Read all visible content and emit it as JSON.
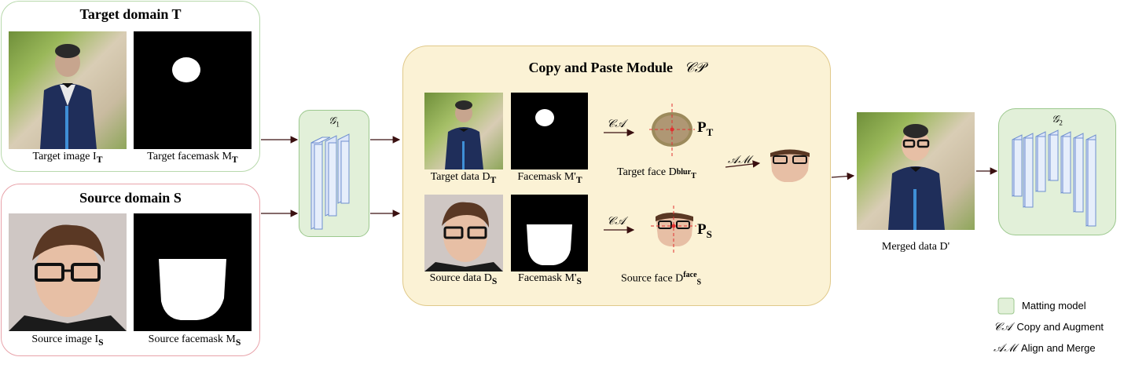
{
  "target_domain": {
    "title": "Target domain T",
    "image_caption": "Target image I",
    "image_caption_sub": "T",
    "mask_caption": "Target facemask M",
    "mask_caption_sub": "T"
  },
  "source_domain": {
    "title": "Source domain S",
    "image_caption": "Source image I",
    "image_caption_sub": "S",
    "mask_caption": "Source facemask M",
    "mask_caption_sub": "S"
  },
  "g1": {
    "label": "𝒢",
    "sub": "1"
  },
  "g2": {
    "label": "𝒢",
    "sub": "2"
  },
  "cp_module": {
    "title": "Copy and Paste Module",
    "symbol": "𝒞𝒫",
    "target_data_caption": "Target data D",
    "target_data_sub": "T",
    "target_facemask_caption": "Facemask M'",
    "target_facemask_sub": "T",
    "source_data_caption": "Source data D",
    "source_data_sub": "S",
    "source_facemask_caption": "Facemask M'",
    "source_facemask_sub": "S",
    "ca_label_top": "𝒞𝒜",
    "ca_label_bottom": "𝒞𝒜",
    "am_label": "𝒜ℳ",
    "pt_label": "P",
    "pt_sub": "T",
    "ps_label": "P",
    "ps_sub": "S",
    "target_face_caption": "Target face D",
    "target_face_sup": "blur",
    "target_face_sub": "T",
    "source_face_caption": "Source face D",
    "source_face_sup": "face",
    "source_face_sub": "S"
  },
  "merged": {
    "caption": "Merged data D'"
  },
  "legend": {
    "items": [
      {
        "symbol": "",
        "text": "Matting model",
        "color": "#dff0d8"
      },
      {
        "symbol": "𝒞𝒜",
        "text": "Copy and Augment"
      },
      {
        "symbol": "𝒜ℳ",
        "text": "Align and Merge"
      }
    ]
  },
  "colors": {
    "green_fill": "#e2f0d9",
    "green_border": "#9cc88e",
    "cp_fill": "#fbf2d5",
    "cp_border": "#e0c98a",
    "source_border": "#e8a3aa",
    "target_border": "#b8d9ac",
    "net_block": "#dce6f8",
    "net_border": "#6f8fcf",
    "arrow": "#3a1010"
  }
}
